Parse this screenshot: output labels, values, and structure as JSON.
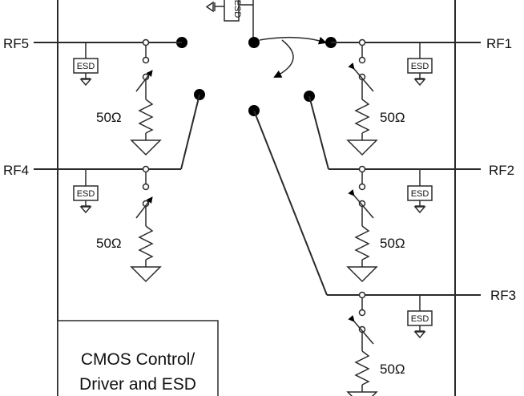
{
  "ports": {
    "rf1": "RF1",
    "rf2": "RF2",
    "rf3": "RF3",
    "rf4": "RF4",
    "rf5": "RF5"
  },
  "esd_label": "ESD",
  "resistor_label": "50Ω",
  "control_block": {
    "line1": "CMOS Control/",
    "line2": "Driver and ESD"
  }
}
